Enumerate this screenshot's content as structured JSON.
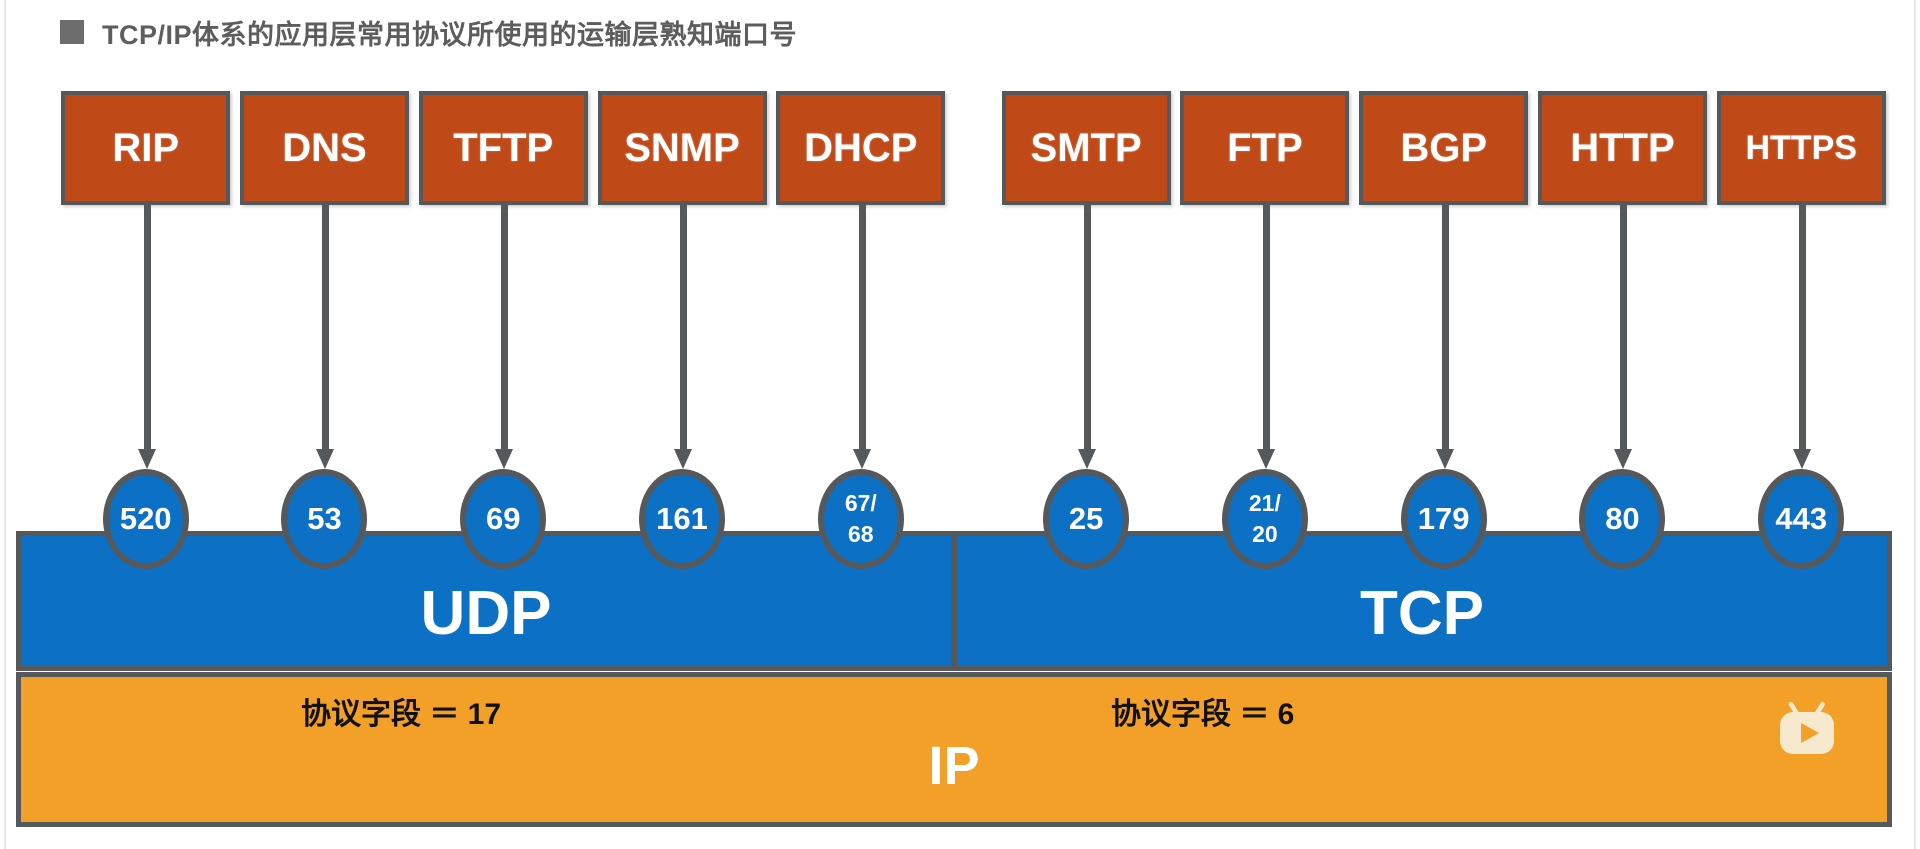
{
  "title": {
    "text": "TCP/IP体系的应用层常用协议所使用的运输层熟知端口号",
    "bullet_icon": "filled-square-bullet-icon",
    "color": "#5d5d5d"
  },
  "colors": {
    "protocol_box_fill": "#BF4917",
    "border": "#55595c",
    "transport_fill": "#0C70C4",
    "ip_fill": "#F2A027",
    "page_background": "#ffffff",
    "watermark": "#F5E6C8"
  },
  "protocols": [
    {
      "name": "RIP",
      "port": "520",
      "port_lines": [
        "520"
      ],
      "transport": "UDP"
    },
    {
      "name": "DNS",
      "port": "53",
      "port_lines": [
        "53"
      ],
      "transport": "UDP"
    },
    {
      "name": "TFTP",
      "port": "69",
      "port_lines": [
        "69"
      ],
      "transport": "UDP"
    },
    {
      "name": "SNMP",
      "port": "161",
      "port_lines": [
        "161"
      ],
      "transport": "UDP"
    },
    {
      "name": "DHCP",
      "port": "67/68",
      "port_lines": [
        "67/",
        "68"
      ],
      "transport": "UDP"
    },
    {
      "name": "SMTP",
      "port": "25",
      "port_lines": [
        "25"
      ],
      "transport": "TCP"
    },
    {
      "name": "FTP",
      "port": "21/20",
      "port_lines": [
        "21/",
        "20"
      ],
      "transport": "TCP"
    },
    {
      "name": "BGP",
      "port": "179",
      "port_lines": [
        "179"
      ],
      "transport": "TCP"
    },
    {
      "name": "HTTP",
      "port": "80",
      "port_lines": [
        "80"
      ],
      "transport": "TCP"
    },
    {
      "name": "HTTPS",
      "port": "443",
      "port_lines": [
        "443"
      ],
      "transport": "TCP"
    }
  ],
  "transport_layer": {
    "udp": {
      "label": "UDP",
      "protocol_field": "协议字段 ＝ 17",
      "protocol_field_value": "17"
    },
    "tcp": {
      "label": "TCP",
      "protocol_field": "协议字段 ＝ 6",
      "protocol_field_value": "6"
    }
  },
  "network_layer": {
    "label": "IP"
  },
  "watermark": {
    "icon": "bilibili-tv-logo-icon"
  }
}
